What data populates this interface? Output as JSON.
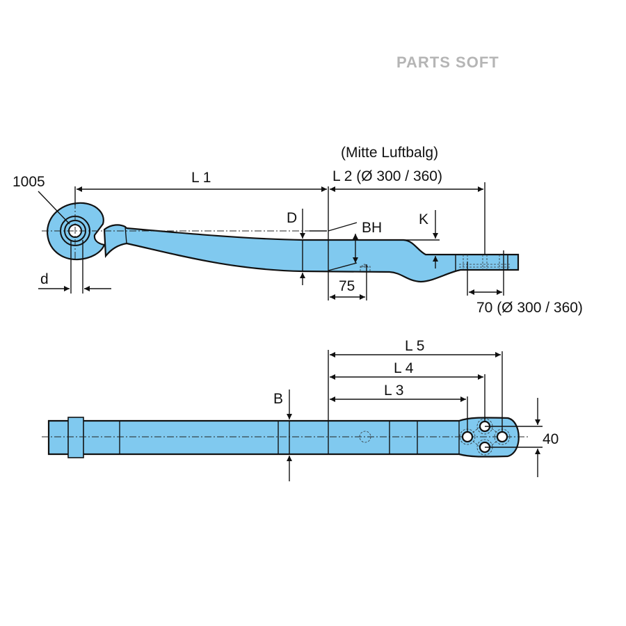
{
  "watermark": "PARTS SOFT",
  "side_view": {
    "eye_label": "1005",
    "L1": "L 1",
    "L2_title": "(Mitte Luftbalg)",
    "L2": "L 2 (Ø 300 / 360)",
    "D": "D",
    "BH": "BH",
    "K": "K",
    "d": "d",
    "dim_75": "75",
    "dim_70": "70 (Ø 300 / 360)"
  },
  "top_view": {
    "L5": "L 5",
    "L4": "L 4",
    "L3": "L 3",
    "B": "B",
    "dim_40": "40"
  },
  "colors": {
    "part_fill": "#80c9ef",
    "line": "#111111",
    "watermark": "#b5b5b5"
  }
}
